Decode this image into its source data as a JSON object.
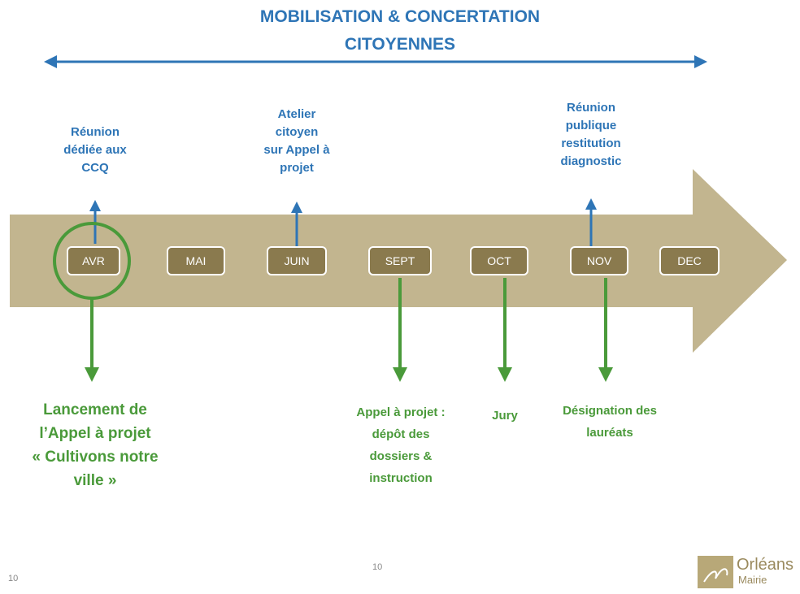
{
  "title": {
    "line1": "MOBILISATION & CONCERTATION",
    "line2": "CITOYENNES"
  },
  "months": [
    "AVR",
    "MAI",
    "JUIN",
    "SEPT",
    "OCT",
    "NOV",
    "DEC"
  ],
  "above_events": {
    "avr": [
      "Réunion",
      "dédiée aux",
      "CCQ"
    ],
    "juin": [
      "Atelier",
      "citoyen",
      "sur Appel à",
      "projet"
    ],
    "nov": [
      "Réunion",
      "publique",
      "restitution",
      "diagnostic"
    ]
  },
  "below_events": {
    "avr": [
      "Lancement  de",
      "l’Appel à projet",
      "« Cultivons notre",
      "ville »"
    ],
    "sept": [
      "Appel à projet :",
      "dépôt des",
      "dossiers &",
      "instruction"
    ],
    "oct": [
      "Jury"
    ],
    "nov": [
      "Désignation  des",
      "lauréats"
    ]
  },
  "footer": {
    "page_left": "10",
    "page_center": "10",
    "logo_name": "Orléans",
    "logo_sub": "Mairie"
  },
  "colors": {
    "blue": "#2e75b6",
    "green": "#4a9a3a",
    "arrow_fill": "#c2b58f",
    "month_fill": "#8a7a4e"
  }
}
